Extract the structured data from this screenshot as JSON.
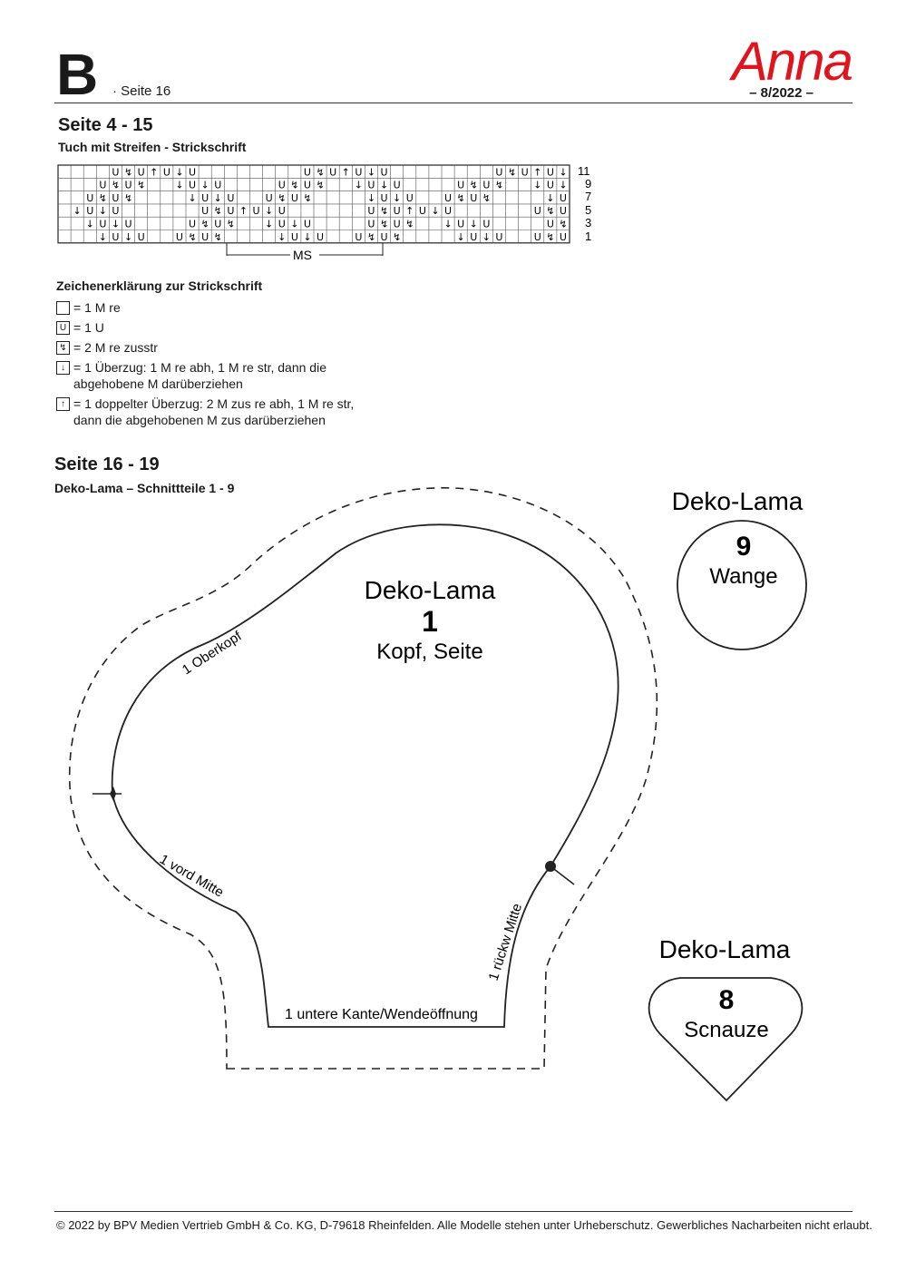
{
  "header": {
    "sheet_letter": "B",
    "page_ref": "· Seite 16",
    "brand": "Anna",
    "issue": "– 8/2022 –"
  },
  "knit_section": {
    "title": "Seite 4 - 15",
    "subtitle": "Tuch mit Streifen - Strickschrift",
    "row_numbers": [
      "11",
      "9",
      "7",
      "5",
      "3",
      "1"
    ],
    "repeat_label": "MS"
  },
  "legend": {
    "title": "Zeichenerklärung zur Strickschrift",
    "items": [
      {
        "icon": "empty-square-icon",
        "text": "= 1 M re"
      },
      {
        "icon": "yarn-over-icon",
        "text": "= 1 U"
      },
      {
        "icon": "k2tog-icon",
        "text": "= 2 M re zusstr"
      },
      {
        "icon": "ssk-icon",
        "text": "= 1 Überzug: 1 M re abh, 1 M re str, dann die abgehobene M darüberziehen"
      },
      {
        "icon": "double-decrease-icon",
        "text": "= 1 doppelter Überzug: 2 M zus re abh, 1 M re str, dann die abgehobenen M zus darüberziehen"
      }
    ]
  },
  "pattern_section": {
    "title": "Seite 16 - 19",
    "subtitle": "Deko-Lama – Schnittteile 1 - 9"
  },
  "pieces": {
    "piece1": {
      "name": "Deko-Lama",
      "number": "1",
      "label": "Kopf, Seite",
      "edge_oberkopf": "1 Oberkopf",
      "edge_vord": "1 vord Mitte",
      "edge_rueck": "1 rückw Mitte",
      "edge_unten": "1  untere Kante/Wendeöffnung"
    },
    "piece9": {
      "name": "Deko-Lama",
      "number": "9",
      "label": "Wange"
    },
    "piece8": {
      "name": "Deko-Lama",
      "number": "8",
      "label": "Scnauze"
    }
  },
  "footer": "© 2022 by BPV Medien Vertrieb GmbH & Co. KG, D-79618 Rheinfelden. Alle Modelle stehen unter Urheberschutz. Gewerbliches Nacharbeiten nicht erlaubt.",
  "colors": {
    "brand": "#e0141e",
    "ink": "#1a1a1a"
  }
}
